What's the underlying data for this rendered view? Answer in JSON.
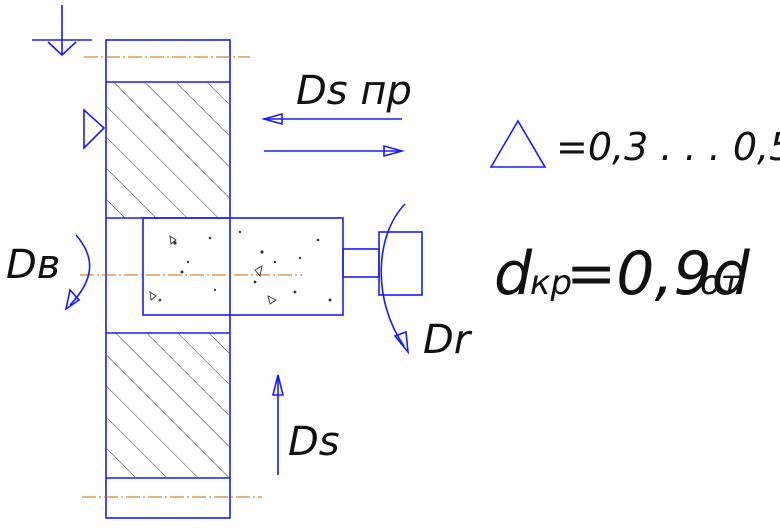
{
  "labels": {
    "ds_pr": "Ds пр",
    "db": "Dв",
    "dr": "Dr",
    "ds": "Ds",
    "tolerance": "=0,3 . . . 0,5",
    "formula_main": "d",
    "formula_sub1": "кр",
    "formula_mid": "=0,9d",
    "formula_sub2": "от"
  },
  "colors": {
    "lines": "#1a1aff",
    "axis": "#cc6600",
    "text": "#111111"
  },
  "icons": [
    "datum-triangle-icon",
    "reference-arrow-icon",
    "tolerance-triangle-icon"
  ]
}
